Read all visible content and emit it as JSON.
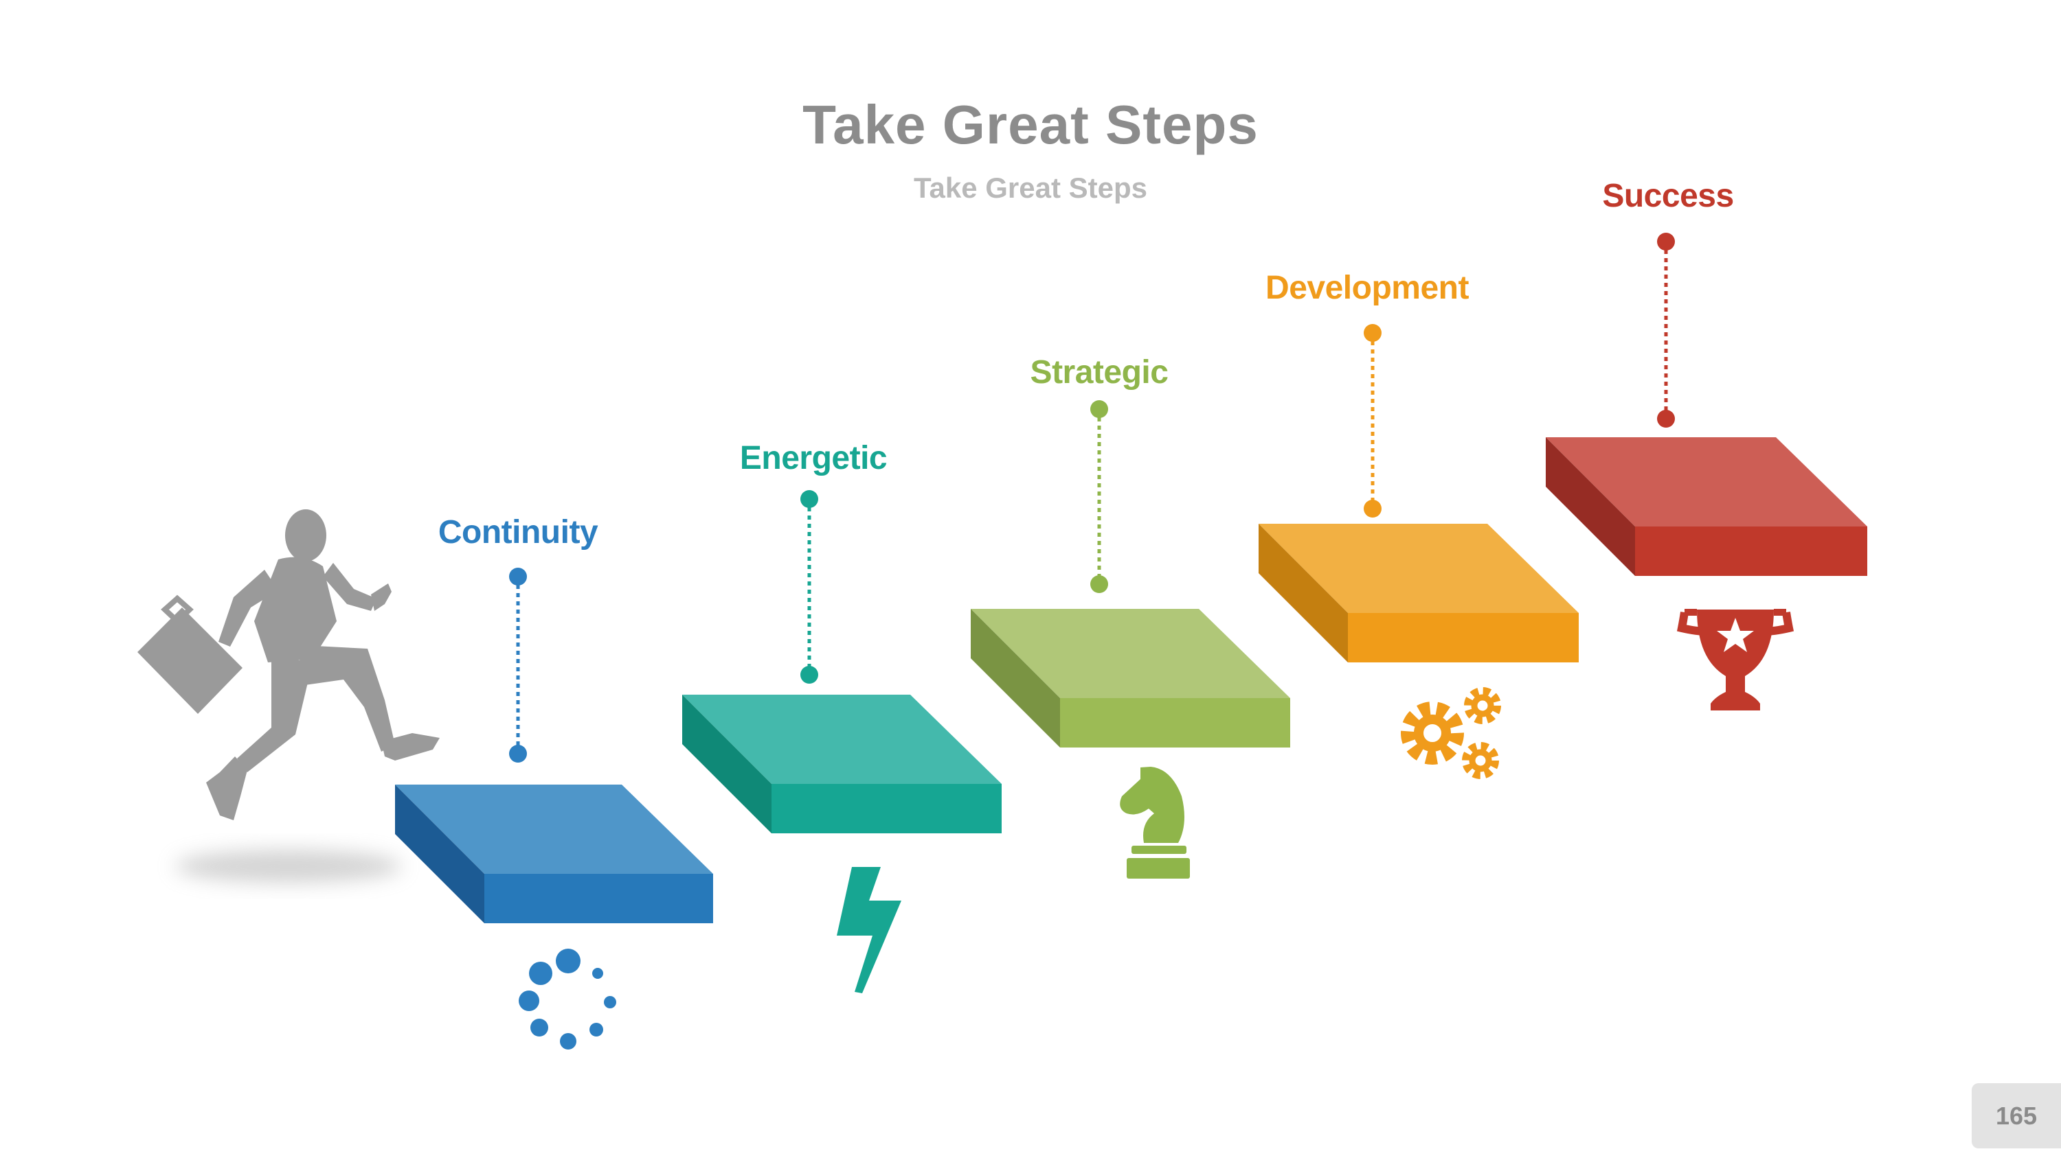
{
  "slide": {
    "title": "Take Great Steps",
    "subtitle": "Take Great Steps",
    "page_number": "165"
  },
  "steps": [
    {
      "label": "Continuity",
      "color": "#2d7fc1",
      "icon": "loading-dots-icon"
    },
    {
      "label": "Energetic",
      "color": "#17a692",
      "icon": "lightning-icon"
    },
    {
      "label": "Strategic",
      "color": "#8fb54a",
      "icon": "chess-knight-icon"
    },
    {
      "label": "Development",
      "color": "#f09b1b",
      "icon": "gears-icon"
    },
    {
      "label": "Success",
      "color": "#c0392b",
      "icon": "trophy-icon"
    }
  ],
  "figure": {
    "icon": "businessman-running-icon",
    "color": "#999999"
  }
}
